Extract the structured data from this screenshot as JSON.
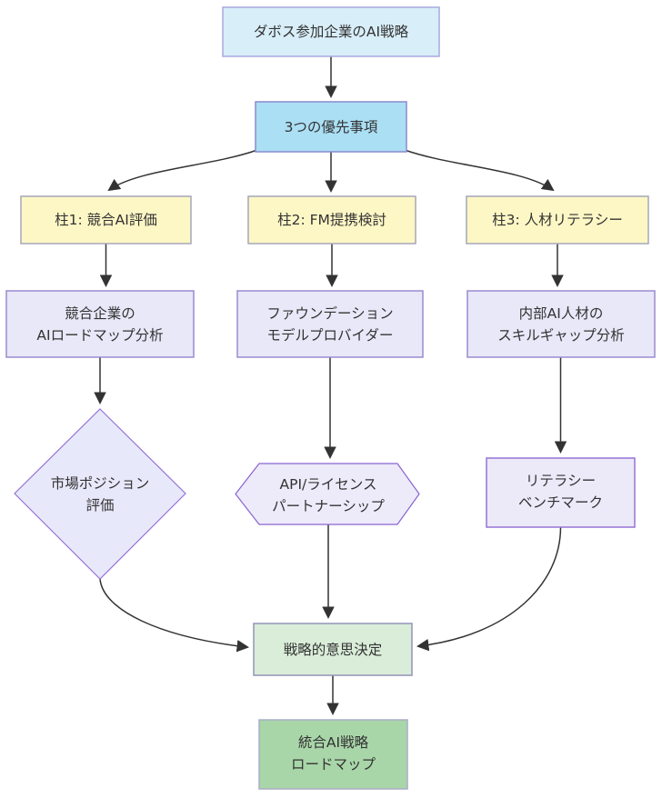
{
  "diagram": {
    "type": "flowchart",
    "direction": "top-down",
    "nodes": {
      "title": {
        "label": "ダボス参加企業のAI戦略"
      },
      "priorities": {
        "label": "3つの優先事項"
      },
      "pillar1": {
        "label": "柱1: 競合AI評価"
      },
      "pillar2": {
        "label": "柱2: FM提携検討"
      },
      "pillar3": {
        "label": "柱3: 人材リテラシー"
      },
      "roadmap_analysis": {
        "line1": "競合企業の",
        "line2": "AIロードマップ分析"
      },
      "fm_providers": {
        "line1": "ファウンデーション",
        "line2": "モデルプロバイダー"
      },
      "skill_gap": {
        "line1": "内部AI人材の",
        "line2": "スキルギャップ分析"
      },
      "market_position": {
        "line1": "市場ポジション",
        "line2": "評価"
      },
      "api_license": {
        "line1": "API/ライセンス",
        "line2": "パートナーシップ"
      },
      "literacy_benchmark": {
        "line1": "リテラシー",
        "line2": "ベンチマーク"
      },
      "strategic_decision": {
        "label": "戦略的意思決定"
      },
      "integrated_roadmap": {
        "line1": "統合AI戦略",
        "line2": "ロードマップ"
      }
    },
    "colors": {
      "title": {
        "fill": "#d8eef9",
        "stroke": "#a8a8dd"
      },
      "priorities": {
        "fill": "#abdff4",
        "stroke": "#8a8ace"
      },
      "pillar": {
        "fill": "#fdf7c5",
        "stroke": "#a6a6b8"
      },
      "panel": {
        "fill": "#e8e8f9",
        "stroke": "#9a8bd0"
      },
      "diamond": {
        "fill": "#e8e8fb",
        "stroke": "#9673d6"
      },
      "hexagon": {
        "fill": "#edebfa",
        "stroke": "#8a63d2"
      },
      "literacy": {
        "fill": "#ece9f9",
        "stroke": "#9673d6"
      },
      "strategic": {
        "fill": "#d9edd9",
        "stroke": "#9393b8"
      },
      "final": {
        "fill": "#a9d6a9",
        "stroke": "#a8aec4"
      },
      "edge": "#333333",
      "text": "#333333"
    }
  }
}
